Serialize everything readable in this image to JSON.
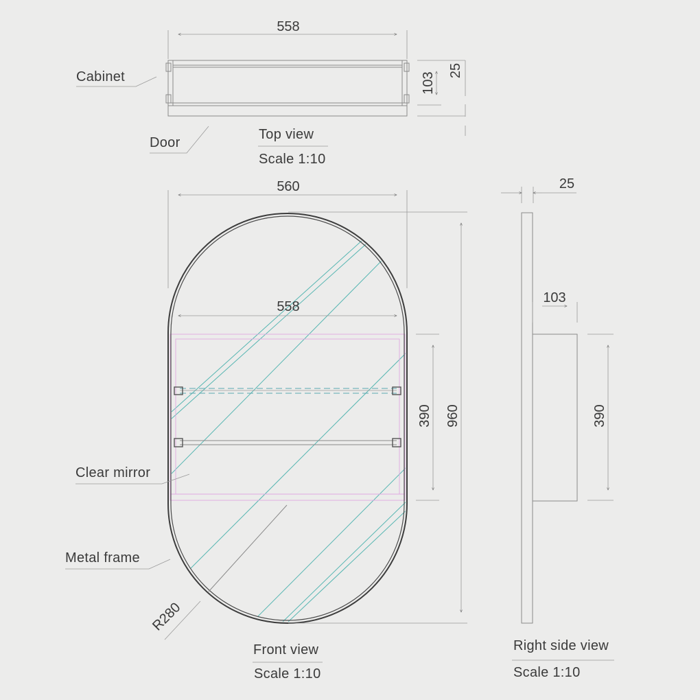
{
  "top_view": {
    "width_label": "558",
    "depth_label": "103",
    "door_thickness_label": "25",
    "callout_cabinet": "Cabinet",
    "callout_door": "Door",
    "title": "Top view",
    "scale": "Scale 1:10"
  },
  "front_view": {
    "outer_width_label": "560",
    "inner_width_label": "558",
    "cabinet_height_label": "390",
    "overall_height_label": "960",
    "radius_label": "R280",
    "callout_clear_mirror": "Clear mirror",
    "callout_metal_frame": "Metal frame",
    "title": "Front view",
    "scale": "Scale 1:10"
  },
  "side_view": {
    "frame_depth_label": "25",
    "cabinet_depth_label": "103",
    "cabinet_height_label": "390",
    "title": "Right side view",
    "scale": "Scale 1:10"
  },
  "colors": {
    "background": "#ececeb",
    "line": "#8a8a8a",
    "frame": "#3d3d3d",
    "mirror_hatch": "#57b6b2",
    "cabinet_outline": "#e0a8e2"
  }
}
